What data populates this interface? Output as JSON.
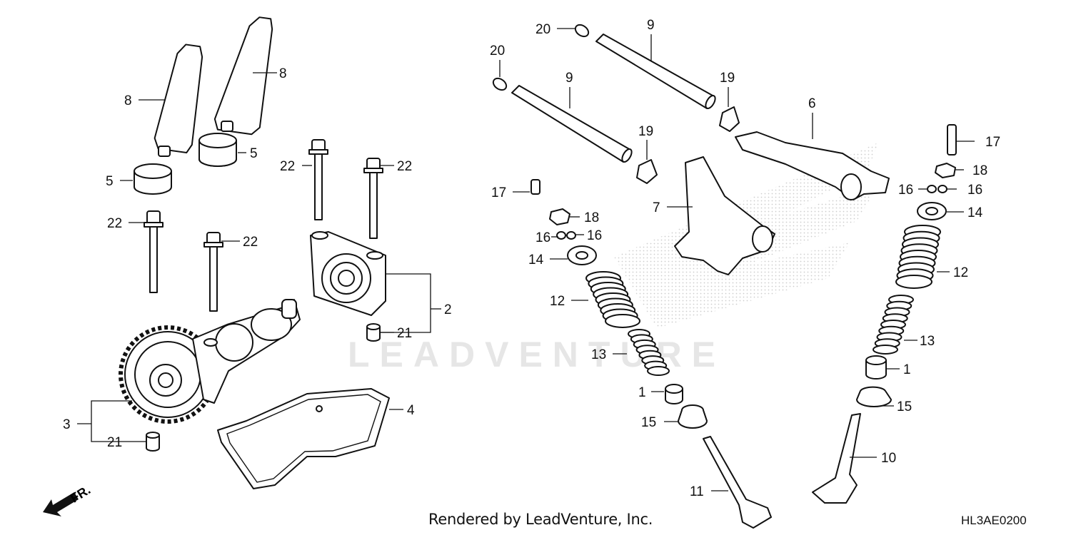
{
  "watermark_text": "LEADVENTURE",
  "footer": {
    "rendered_by": "Rendered by LeadVenture, Inc.",
    "diagram_code": "HL3AE0200"
  },
  "front_indicator": {
    "label": "FR.",
    "icon": "arrow-down-left-icon"
  },
  "callouts": [
    {
      "id": "c8a",
      "text": "8"
    },
    {
      "id": "c8b",
      "text": "8"
    },
    {
      "id": "c5a",
      "text": "5"
    },
    {
      "id": "c5b",
      "text": "5"
    },
    {
      "id": "c22a",
      "text": "22"
    },
    {
      "id": "c22b",
      "text": "22"
    },
    {
      "id": "c22c",
      "text": "22"
    },
    {
      "id": "c22d",
      "text": "22"
    },
    {
      "id": "c2",
      "text": "2"
    },
    {
      "id": "c21a",
      "text": "21"
    },
    {
      "id": "c21b",
      "text": "21"
    },
    {
      "id": "c3",
      "text": "3"
    },
    {
      "id": "c4",
      "text": "4"
    },
    {
      "id": "c20a",
      "text": "20"
    },
    {
      "id": "c20b",
      "text": "20"
    },
    {
      "id": "c9a",
      "text": "9"
    },
    {
      "id": "c9b",
      "text": "9"
    },
    {
      "id": "c19a",
      "text": "19"
    },
    {
      "id": "c19b",
      "text": "19"
    },
    {
      "id": "c6",
      "text": "6"
    },
    {
      "id": "c7",
      "text": "7"
    },
    {
      "id": "c17a",
      "text": "17"
    },
    {
      "id": "c17b",
      "text": "17"
    },
    {
      "id": "c18a",
      "text": "18"
    },
    {
      "id": "c18b",
      "text": "18"
    },
    {
      "id": "c16a",
      "text": "16"
    },
    {
      "id": "c16b",
      "text": "16"
    },
    {
      "id": "c16c",
      "text": "16"
    },
    {
      "id": "c16d",
      "text": "16"
    },
    {
      "id": "c14a",
      "text": "14"
    },
    {
      "id": "c14b",
      "text": "14"
    },
    {
      "id": "c12a",
      "text": "12"
    },
    {
      "id": "c12b",
      "text": "12"
    },
    {
      "id": "c13a",
      "text": "13"
    },
    {
      "id": "c13b",
      "text": "13"
    },
    {
      "id": "c1a",
      "text": "1"
    },
    {
      "id": "c1b",
      "text": "1"
    },
    {
      "id": "c15a",
      "text": "15"
    },
    {
      "id": "c15b",
      "text": "15"
    },
    {
      "id": "c10",
      "text": "10"
    },
    {
      "id": "c11",
      "text": "11"
    }
  ]
}
